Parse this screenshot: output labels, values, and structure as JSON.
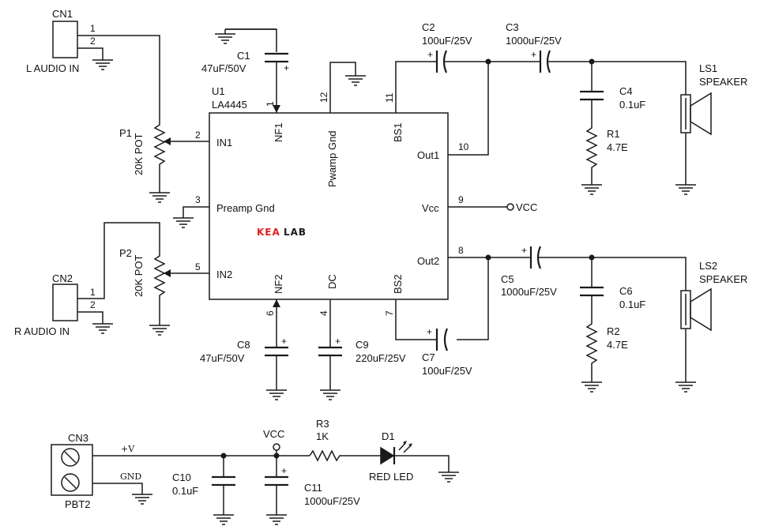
{
  "labels": {
    "cn1": "CN1",
    "cn1_pin1": "1",
    "cn1_pin2": "2",
    "cn1_name": "L AUDIO IN",
    "cn2": "CN2",
    "cn2_pin1": "1",
    "cn2_pin2": "2",
    "cn2_name": "R AUDIO IN",
    "cn3": "CN3",
    "cn3_name": "PBT2",
    "cn3_v": "+V",
    "cn3_gnd": "GND",
    "p1": "P1",
    "p1_val": "20K POT",
    "p2": "P2",
    "p2_val": "20K POT",
    "u1": "U1",
    "u1_name": "LA4445",
    "c1": "C1",
    "c1_val": "47uF/50V",
    "c2": "C2",
    "c2_val": "100uF/25V",
    "c3": "C3",
    "c3_val": "1000uF/25V",
    "c4": "C4",
    "c4_val": "0.1uF",
    "c5": "C5",
    "c5_val": "1000uF/25V",
    "c6": "C6",
    "c6_val": "0.1uF",
    "c7": "C7",
    "c7_val": "100uF/25V",
    "c8": "C8",
    "c8_val": "47uF/50V",
    "c9": "C9",
    "c9_val": "220uF/25V",
    "c10": "C10",
    "c10_val": "0.1uF",
    "c11": "C11",
    "c11_val": "1000uF/25V",
    "r1": "R1",
    "r1_val": "4.7E",
    "r2": "R2",
    "r2_val": "4.7E",
    "r3": "R3",
    "r3_val": "1K",
    "d1": "D1",
    "d1_val": "RED LED",
    "ls1": "LS1",
    "ls1_val": "SPEAKER",
    "ls2": "LS2",
    "ls2_val": "SPEAKER",
    "vcc": "VCC",
    "vcc2": "VCC",
    "plus": "+",
    "ic_pins": {
      "in1": "IN1",
      "preamp_gnd": "Preamp Gnd",
      "in2": "IN2",
      "nf1": "NF1",
      "pwamp_gnd": "Pwamp Gnd",
      "bs1": "BS1",
      "out1": "Out1",
      "vcc": "Vcc",
      "out2": "Out2",
      "nf2": "NF2",
      "dc": "DC",
      "bs2": "BS2"
    },
    "pin_numbers": {
      "p1": "1",
      "p2": "2",
      "p3": "3",
      "p4": "4",
      "p5": "5",
      "p6": "6",
      "p7": "7",
      "p8": "8",
      "p9": "9",
      "p10": "10",
      "p11": "11",
      "p12": "12"
    },
    "logo": {
      "part1": "KEA",
      "part2": "LAB"
    }
  },
  "colors": {
    "wire": "#1a1a1a",
    "logo_red": "#e02020",
    "logo_dark": "#1a1a1a"
  }
}
